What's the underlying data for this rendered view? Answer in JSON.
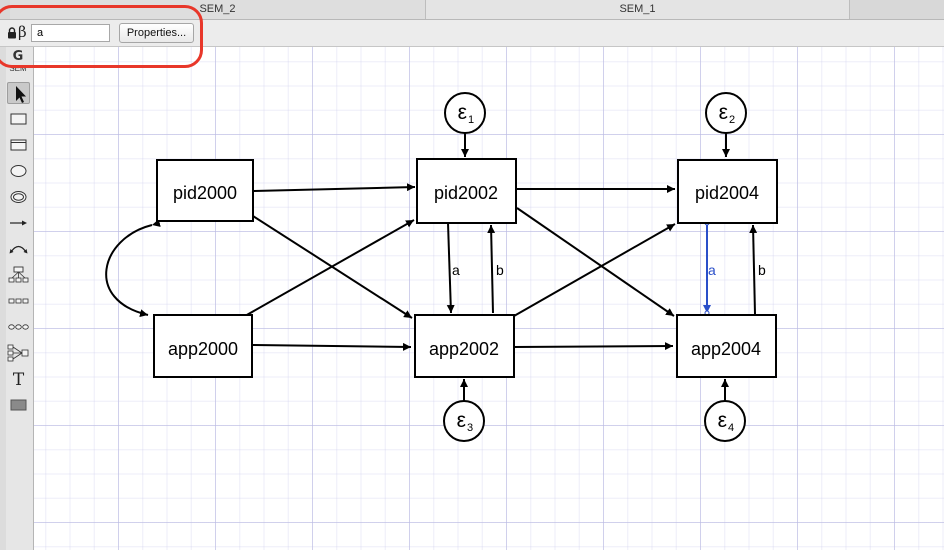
{
  "tabs": [
    {
      "label": "SEM_2"
    },
    {
      "label": "SEM_1"
    }
  ],
  "toolbar": {
    "beta_symbol": "β",
    "name_field_value": "a",
    "properties_label": "Properties..."
  },
  "toolpanel": {
    "badge": "G",
    "badge_sub": "SEM",
    "tools": [
      "select",
      "observed-variable",
      "generalized-variable",
      "latent-variable",
      "multilevel-latent-variable",
      "path",
      "covariance",
      "measurement-component",
      "regression-component",
      "observed-variables-set",
      "latent-variables-set",
      "text",
      "area"
    ],
    "selected_tool": "select"
  },
  "diagram": {
    "nodes": {
      "pid2000": "pid2000",
      "app2000": "app2000",
      "pid2002": "pid2002",
      "app2002": "app2002",
      "pid2004": "pid2004",
      "app2004": "app2004"
    },
    "errors": [
      {
        "symbol": "ε",
        "sub": "1"
      },
      {
        "symbol": "ε",
        "sub": "2"
      },
      {
        "symbol": "ε",
        "sub": "3"
      },
      {
        "symbol": "ε",
        "sub": "4"
      }
    ],
    "path_labels": {
      "a_2002": "a",
      "b_2002": "b",
      "a_2004": "a",
      "b_2004": "b"
    },
    "selected_path": "app2004-from-pid2004",
    "selected_color": "#2a4fc9"
  },
  "annotation": {
    "color": "#e8372a"
  }
}
